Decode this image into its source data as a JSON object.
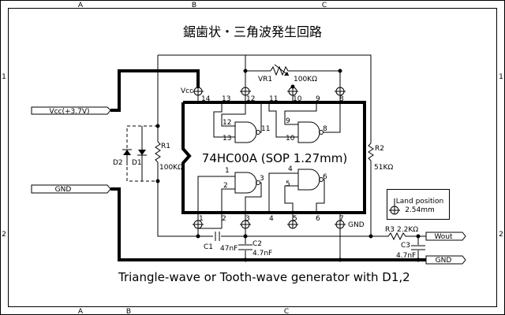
{
  "title": "鋸歯状・三角波発生回路",
  "subtitle": "Triangle-wave or Tooth-wave generator with D1,2",
  "border": {
    "columns": [
      "A",
      "B",
      "C"
    ],
    "rows": [
      "1",
      "2"
    ]
  },
  "ports": {
    "vcc_in": "Vcc(+3.7V)",
    "gnd_in": "GND",
    "wout": "Wout",
    "gnd_out": "GND"
  },
  "ic": {
    "label": "74HC00A (SOP 1.27mm)",
    "vcc_label": "Vcc",
    "gnd_label": "GND",
    "top_pins": [
      "14",
      "13",
      "12",
      "11",
      "10",
      "9",
      "8"
    ],
    "bottom_pins": [
      "1",
      "2",
      "3",
      "4",
      "5",
      "6",
      "7"
    ],
    "gates": [
      {
        "in_a": "12",
        "in_b": "13",
        "out": "11"
      },
      {
        "in_a": "9",
        "in_b": "10",
        "out": "8"
      },
      {
        "in_a": "1",
        "in_b": "2",
        "out": "3"
      },
      {
        "in_a": "4",
        "in_b": "5",
        "out": "6"
      }
    ]
  },
  "components": {
    "vr1": {
      "ref": "VR1",
      "value": "100KΩ"
    },
    "r1": {
      "ref": "R1",
      "value": "100KΩ"
    },
    "r2": {
      "ref": "R2",
      "value": "51KΩ"
    },
    "r3": {
      "ref": "R3",
      "value": "2.2KΩ"
    },
    "c1": {
      "ref": "C1",
      "value": "47nF"
    },
    "c2": {
      "ref": "C2",
      "value": "4.7nF"
    },
    "c3": {
      "ref": "C3",
      "value": "4.7nF"
    },
    "d1": {
      "ref": "D1"
    },
    "d2": {
      "ref": "D2"
    }
  },
  "legend": {
    "line1": "Land position",
    "line2": "2.54mm"
  }
}
